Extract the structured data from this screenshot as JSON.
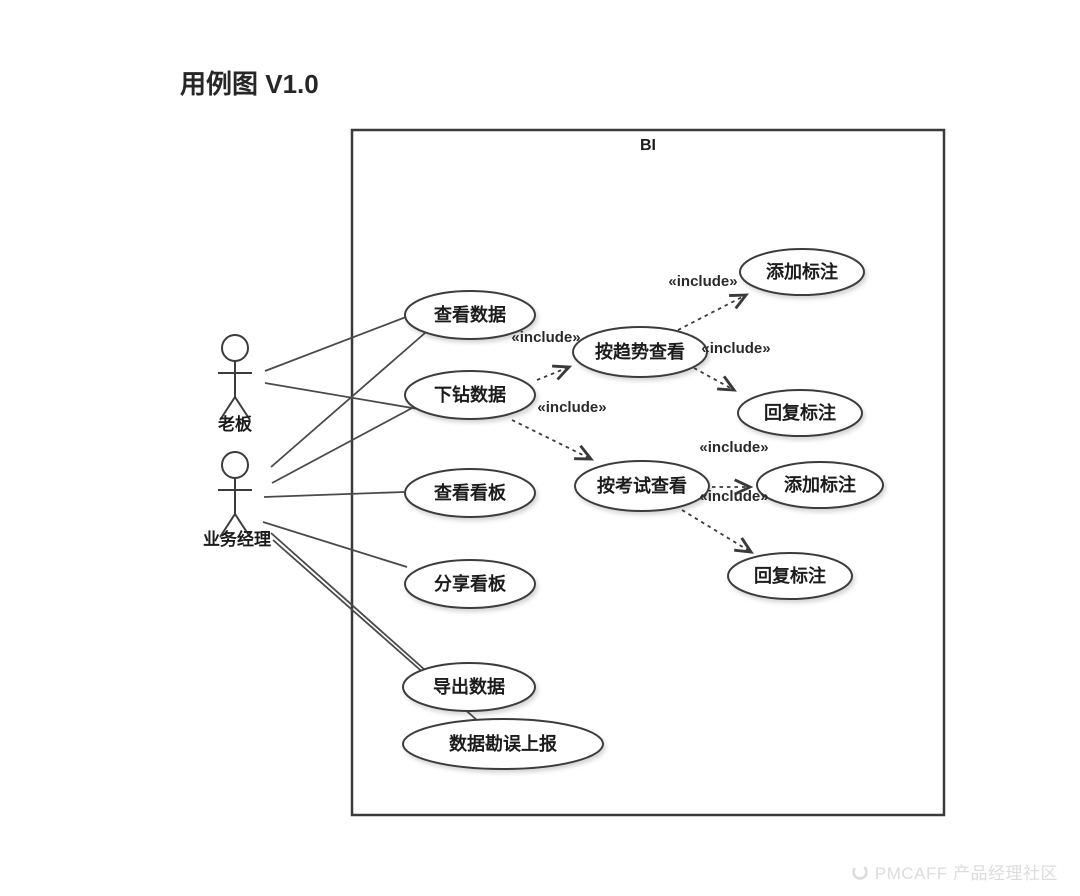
{
  "title": "用例图 V1.0",
  "system": {
    "label": "BI"
  },
  "actors": [
    {
      "id": "boss",
      "label": "老板"
    },
    {
      "id": "business-manager",
      "label": "业务经理"
    }
  ],
  "use_cases": [
    {
      "id": "view-data",
      "label": "查看数据"
    },
    {
      "id": "drill-down-data",
      "label": "下钻数据"
    },
    {
      "id": "view-dashboard",
      "label": "查看看板"
    },
    {
      "id": "share-dashboard",
      "label": "分享看板"
    },
    {
      "id": "export-data",
      "label": "导出数据"
    },
    {
      "id": "data-error-report",
      "label": "数据勘误上报"
    },
    {
      "id": "view-by-trend",
      "label": "按趋势查看"
    },
    {
      "id": "view-by-exam",
      "label": "按考试查看"
    },
    {
      "id": "add-annotation-trend",
      "label": "添加标注"
    },
    {
      "id": "reply-annotation-trend",
      "label": "回复标注"
    },
    {
      "id": "add-annotation-exam",
      "label": "添加标注"
    },
    {
      "id": "reply-annotation-exam",
      "label": "回复标注"
    }
  ],
  "include_label": "«include»",
  "watermark": {
    "label": "PMCAFF 产品经理社区"
  },
  "colors": {
    "stroke": "#3c3c3c",
    "text": "#1c1c1c",
    "watermark": "#dcdcdc",
    "background": "#ffffff"
  }
}
